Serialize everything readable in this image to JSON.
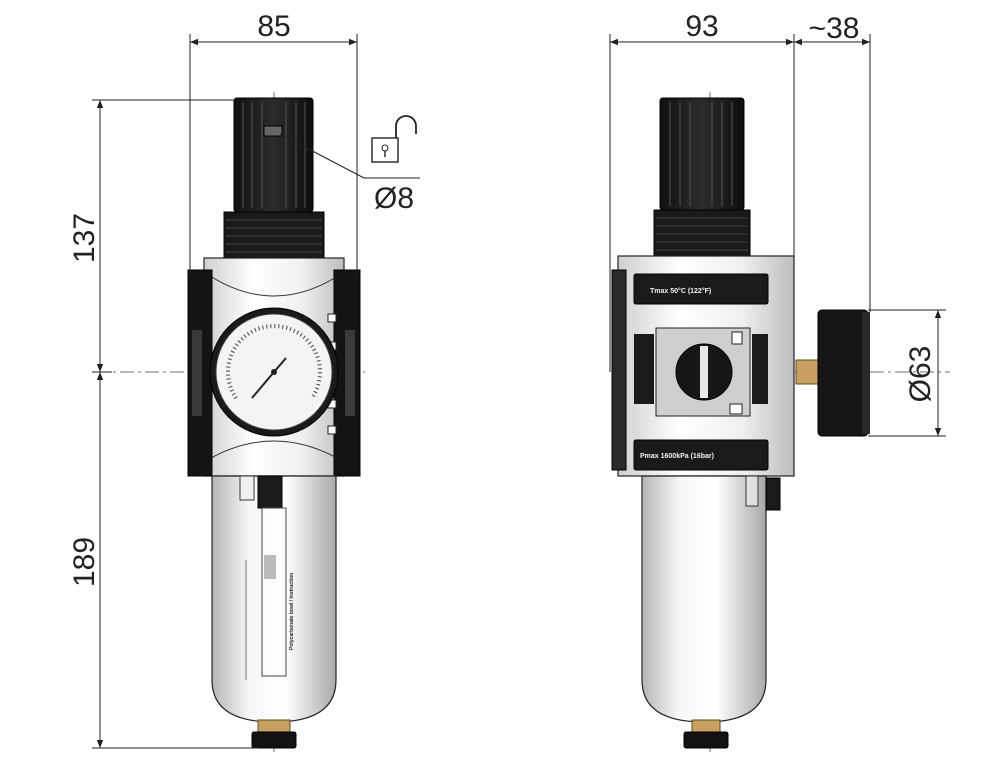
{
  "dimensions": {
    "left_width": "85",
    "left_upper_height": "137",
    "left_lower_height": "189",
    "knob_lock_diameter": "Ø8",
    "right_width": "93",
    "gauge_offset": "~38",
    "gauge_diameter": "Ø63"
  },
  "labels": {
    "front_bowl_text": "Polycarbonate bowl / Instruction",
    "side_top_plate": "Tmax 50°C (122°F)",
    "side_bottom_plate": "Pmax 1600kPa (16bar)"
  },
  "icons": {
    "lock": "unlock-padlock-icon"
  }
}
